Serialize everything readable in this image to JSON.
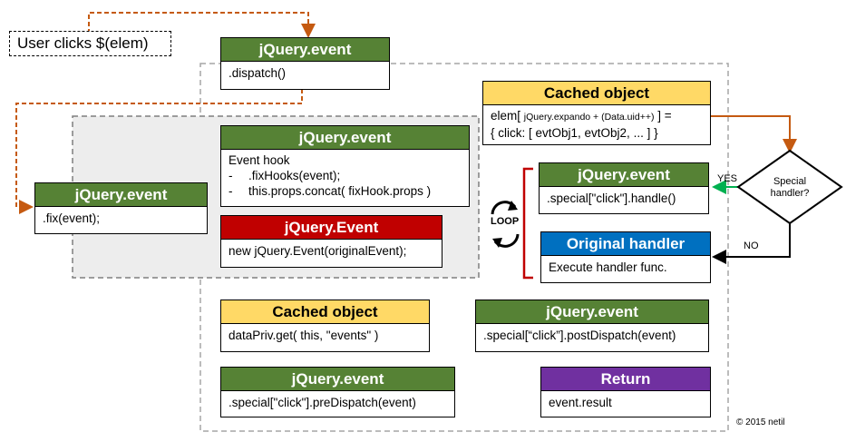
{
  "trigger": "User clicks $(elem)",
  "dispatch": {
    "title": "jQuery.event",
    "body": ".dispatch()"
  },
  "fix": {
    "title": "jQuery.event",
    "body": ".fix(event);"
  },
  "event_hook": {
    "title": "jQuery.event",
    "line1": "Event hook",
    "bullet1": ".fixHooks(event);",
    "bullet2": "this.props.concat( fixHook.props )",
    "dash": "-"
  },
  "jquery_Event": {
    "title": "jQuery.Event",
    "body": "new jQuery.Event(originalEvent);"
  },
  "cached_top": {
    "title": "Cached object",
    "line1_a": "elem[ ",
    "line1_b": "jQuery.expando + (Data.uid++)",
    "line1_c": " ] =",
    "line2": "{ click: [ evtObj1, evtObj2, ... ] }"
  },
  "special_handle": {
    "title": "jQuery.event",
    "body": ".special[\"click\"].handle()"
  },
  "original_handler": {
    "title": "Original handler",
    "body": "Execute handler func."
  },
  "decision": {
    "line1": "Special",
    "line2": "handler?",
    "yes": "YES",
    "no": "NO"
  },
  "loop_label": "LOOP",
  "cached_bottom": {
    "title": "Cached object",
    "body": "dataPriv.get( this, \"events\" )"
  },
  "post_dispatch": {
    "title": "jQuery.event",
    "body": ".special[“click”].postDispatch(event)"
  },
  "pre_dispatch": {
    "title": "jQuery.event",
    "body": ".special[\"click\"].preDispatch(event)"
  },
  "return_box": {
    "title": "Return",
    "body": "event.result"
  },
  "copyright": "© 2015 netil",
  "colors": {
    "green": "#568235",
    "red": "#c00000",
    "blue": "#0070c0",
    "purple": "#7030a0",
    "yellow": "#ffd966",
    "orange_arrow": "#c55a11",
    "green_arrow": "#00b050",
    "loop_bracket": "#c00000"
  }
}
